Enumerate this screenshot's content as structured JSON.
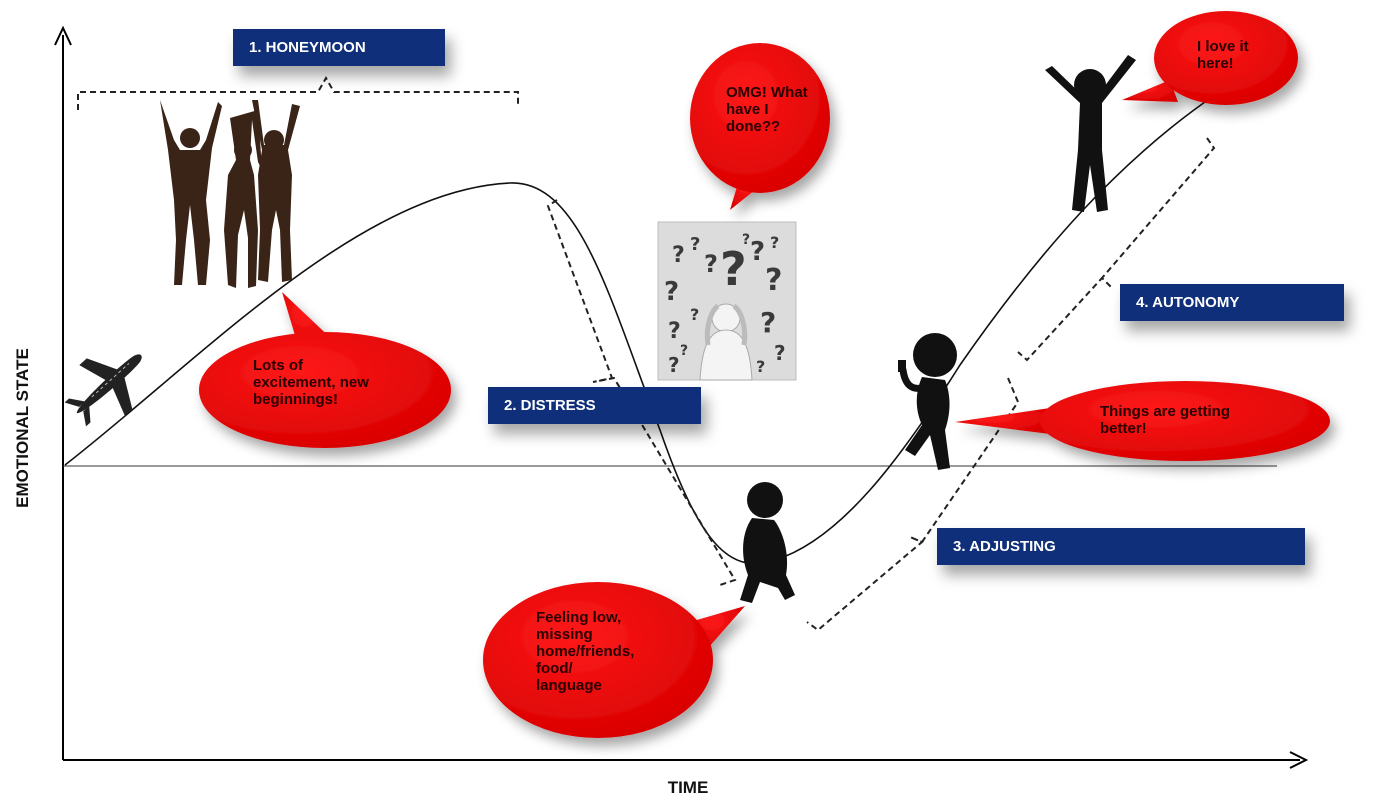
{
  "axes": {
    "y_label": "EMOTIONAL STATE",
    "x_label": "TIME"
  },
  "phases": {
    "honeymoon": "1. HONEYMOON",
    "distress": "2. DISTRESS",
    "adjusting": "3. ADJUSTING",
    "autonomy": "4. AUTONOMY"
  },
  "bubbles": {
    "excitement": "Lots of\nexcitement, new\nbeginnings!",
    "omg": "OMG! What\nhave I\ndone??",
    "low": "Feeling low,\nmissing\nhome/friends,\nfood/\nlanguage",
    "better": "Things are getting\nbetter!",
    "love": "I love it\nhere!"
  },
  "icons": [
    "airplane-icon",
    "jumping-people-icon",
    "confused-person-icon",
    "sad-stick-figure-icon",
    "thumbs-up-stick-figure-icon",
    "celebrating-stick-figure-icon"
  ],
  "colors": {
    "bubble": "#ee0000",
    "label": "#0f2f7a"
  }
}
